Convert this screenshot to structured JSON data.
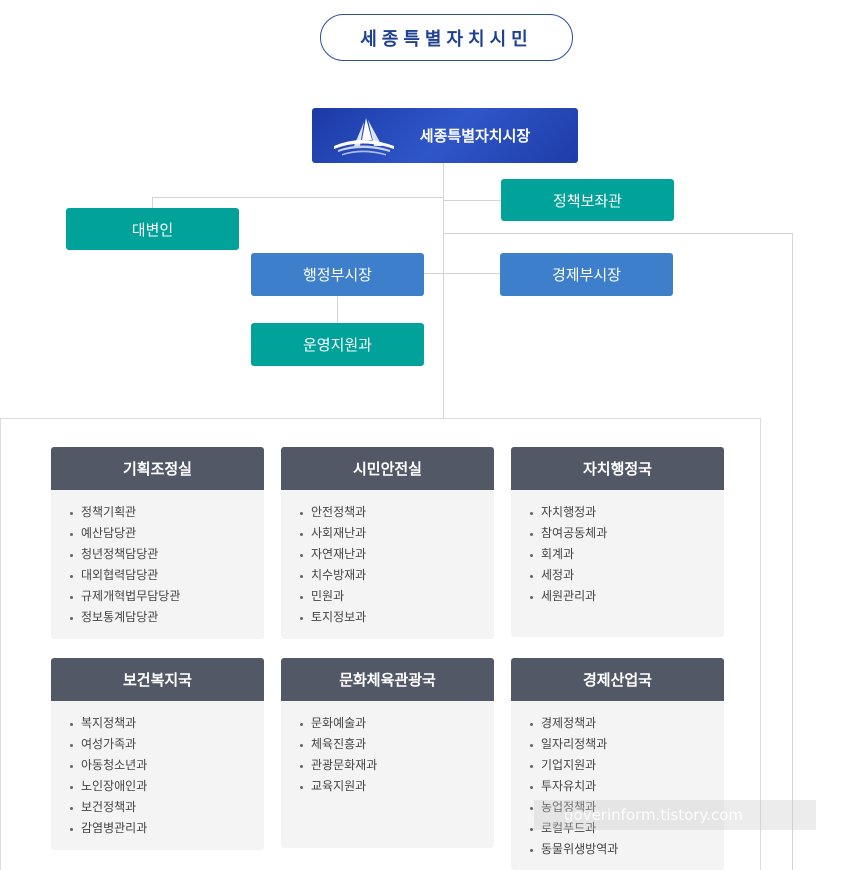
{
  "title": "세종특별자치시민",
  "mayor": {
    "label": "세종특별자치시장",
    "logo_icon": "sejong-city-logo-icon"
  },
  "top_boxes": {
    "policy_advisor": "정책보좌관",
    "spokesperson": "대변인",
    "admin_vice_mayor": "행정부시장",
    "economic_vice_mayor": "경제부시장",
    "operations_support": "운영지원과"
  },
  "departments": [
    {
      "name": "기획조정실",
      "items": [
        "정책기획관",
        "예산담당관",
        "청년정책담당관",
        "대외협력담당관",
        "규제개혁법무담당관",
        "정보통계담당관"
      ]
    },
    {
      "name": "시민안전실",
      "items": [
        "안전정책과",
        "사회재난과",
        "자연재난과",
        "치수방재과",
        "민원과",
        "토지정보과"
      ]
    },
    {
      "name": "자치행정국",
      "items": [
        "자치행정과",
        "참여공동체과",
        "회계과",
        "세정과",
        "세원관리과"
      ]
    },
    {
      "name": "보건복지국",
      "items": [
        "복지정책과",
        "여성가족과",
        "아동청소년과",
        "노인장애인과",
        "보건정책과",
        "감염병관리과"
      ]
    },
    {
      "name": "문화체육관광국",
      "items": [
        "문화예술과",
        "체육진흥과",
        "관광문화재과",
        "교육지원과"
      ]
    },
    {
      "name": "경제산업국",
      "items": [
        "경제정책과",
        "일자리정책과",
        "기업지원과",
        "투자유치과",
        "농업정책과",
        "로컬푸드과",
        "동물위생방역과"
      ]
    }
  ],
  "watermark": "goverinform.tistory.com",
  "colors": {
    "teal": "#00a29a",
    "blue": "#3d7fca",
    "mayor": "#1f44b0",
    "dept_head": "#535866"
  }
}
